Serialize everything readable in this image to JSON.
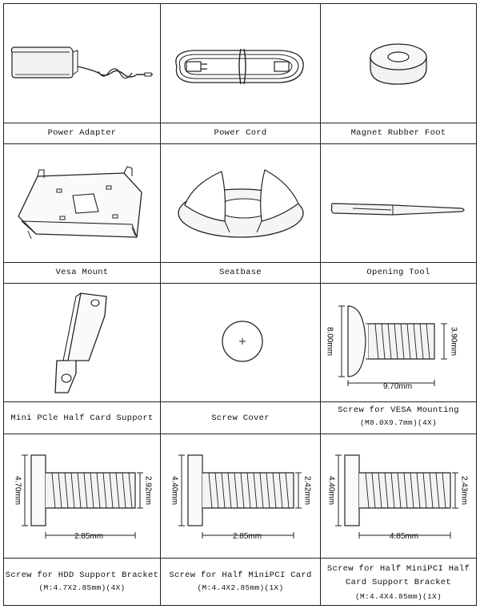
{
  "items": [
    {
      "label": "Power Adapter"
    },
    {
      "label": "Power Cord"
    },
    {
      "label": "Magnet Rubber Foot"
    },
    {
      "label": "Vesa Mount"
    },
    {
      "label": "Seatbase"
    },
    {
      "label": "Opening Tool"
    },
    {
      "label": "Mini PCle Half Card Support"
    },
    {
      "label": "Screw Cover"
    },
    {
      "label": "Screw for VESA Mounting",
      "spec": "(M8.0X9.7mm)(4X)",
      "dims": {
        "head": "8.00mm",
        "thread": "3.90mm",
        "length": "9.70mm"
      }
    },
    {
      "label": "Screw for HDD Support Bracket",
      "spec": "(M:4.7X2.85mm)(4X)",
      "dims": {
        "head": "4.70mm",
        "thread": "2.92mm",
        "length": "2.85mm"
      }
    },
    {
      "label": "Screw for Half MiniPCI Card",
      "spec": "(M:4.4X2.85mm)(1X)",
      "dims": {
        "head": "4.40mm",
        "thread": "2.42mm",
        "length": "2.85mm"
      }
    },
    {
      "label": "Screw for Half MiniPCI Half Card Support Bracket",
      "spec": "(M:4.4X4.85mm)(1X)",
      "dims": {
        "head": "4.40mm",
        "thread": "2.43mm",
        "length": "4.85mm"
      }
    }
  ]
}
